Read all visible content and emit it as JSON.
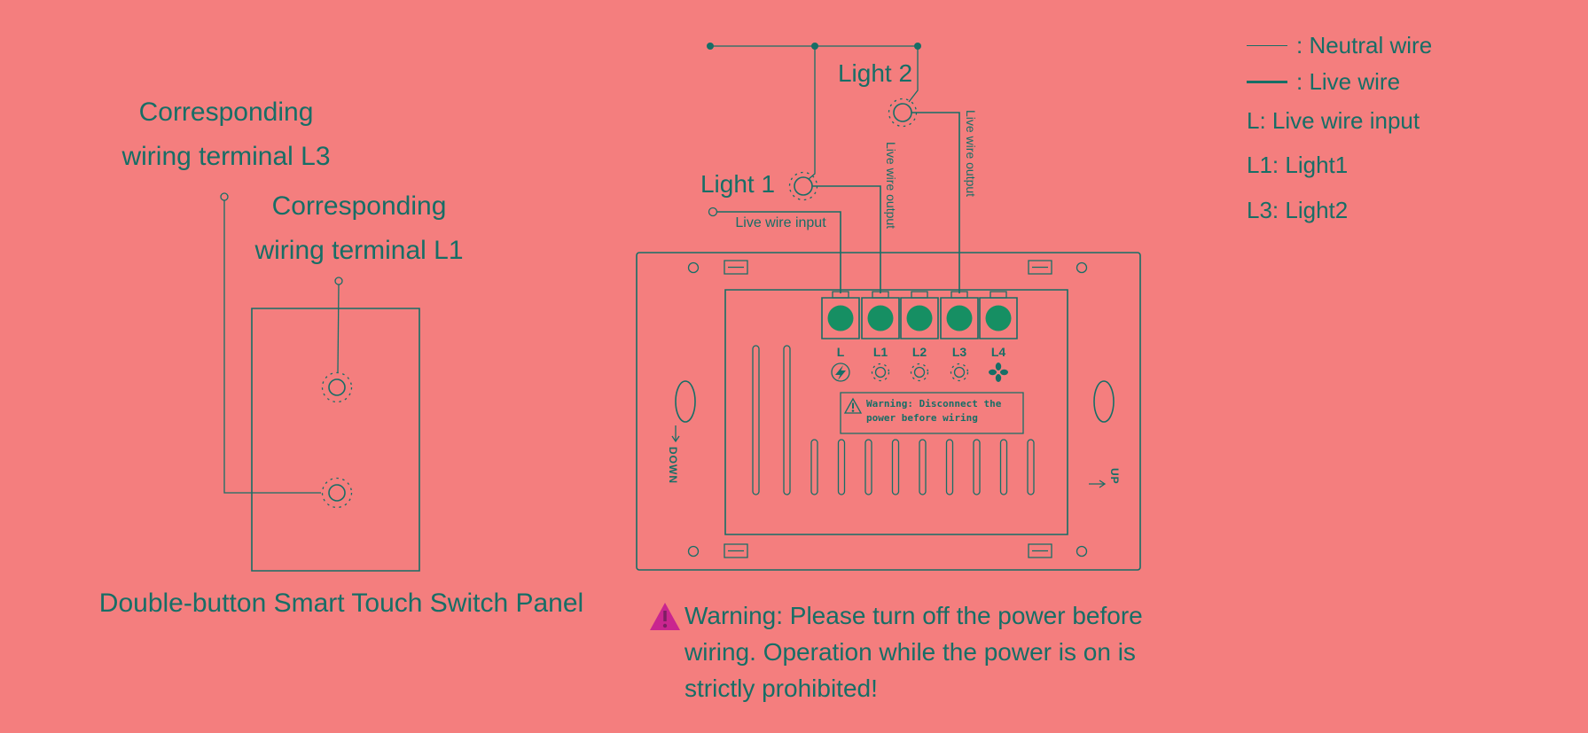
{
  "colors": {
    "bg": "#F47E7E",
    "ink": "#176E66",
    "terminal": "#168F63",
    "magenta": "#C9258F",
    "magenta_accent": "#7D1E63"
  },
  "left": {
    "terminal_l3_label_line1": "Corresponding",
    "terminal_l3_label_line2": "wiring terminal L3",
    "terminal_l1_label_line1": "Corresponding",
    "terminal_l1_label_line2": "wiring terminal L1",
    "caption": "Double-button Smart Touch Switch Panel"
  },
  "diagram": {
    "light1_label": "Light 1",
    "light2_label": "Light 2",
    "live_wire_input_label": "Live wire input",
    "live_wire_output_left_label": "Live wire output",
    "live_wire_output_right_label": "Live wire output",
    "terminal_labels": [
      "L",
      "L1",
      "L2",
      "L3",
      "L4"
    ],
    "terminal_icon_names": [
      "lightning-icon",
      "bulb-icon",
      "bulb-icon",
      "bulb-icon",
      "fan-icon"
    ],
    "panel_warning_line1": "Warning: Disconnect the",
    "panel_warning_line2": "power before wiring",
    "down_label": "DOWN",
    "up_label": "UP"
  },
  "warning_note": {
    "line1": "Warning: Please turn off the power before",
    "line2": "wiring. Operation while the power is on is",
    "line3": "strictly prohibited!"
  },
  "legend": {
    "neutral_label": ":  Neutral wire",
    "live_label": ":  Live wire",
    "l_label": "L:  Live wire input",
    "l1_label": "L1:  Light1",
    "l3_label": "L3:  Light2"
  }
}
